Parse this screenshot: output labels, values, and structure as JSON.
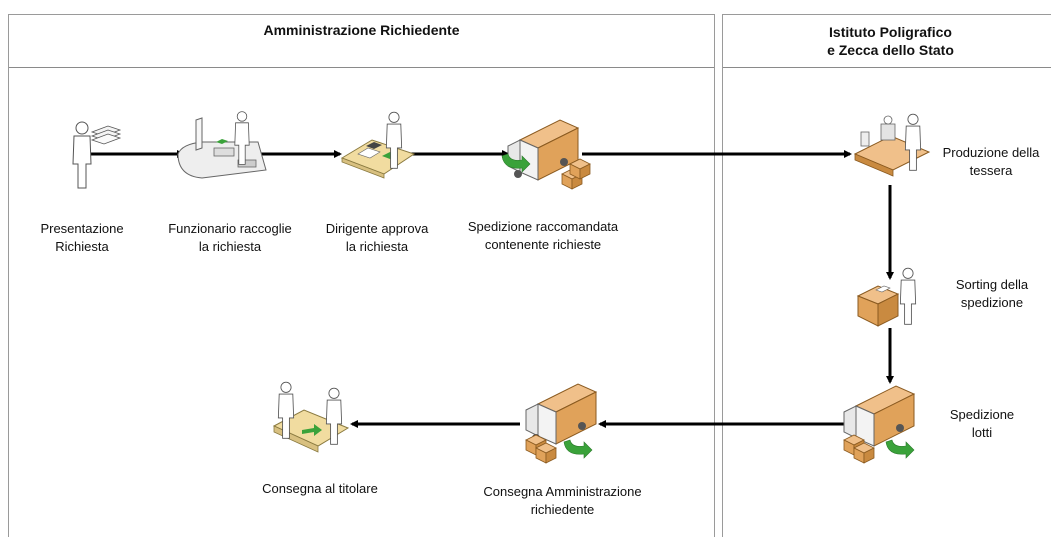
{
  "lanes": {
    "left": {
      "title": "Amministrazione Richiedente"
    },
    "right": {
      "title_line1": "Istituto Poligrafico",
      "title_line2": "e Zecca dello Stato"
    }
  },
  "steps": {
    "presentazione": {
      "line1": "Presentazione",
      "line2": "Richiesta",
      "icon": "person-documents-icon"
    },
    "funzionario": {
      "line1": "Funzionario raccoglie",
      "line2": "la richiesta",
      "icon": "counter-clerk-icon"
    },
    "dirigente": {
      "line1": "Dirigente approva",
      "line2": "la richiesta",
      "icon": "desk-approval-icon"
    },
    "spedizione_racc": {
      "line1": "Spedizione raccomandata",
      "line2": "contenente richieste",
      "icon": "delivery-truck-icon"
    },
    "produzione": {
      "line1": "Produzione della",
      "line2": "tessera",
      "icon": "production-line-icon"
    },
    "sorting": {
      "line1": "Sorting della",
      "line2": "spedizione",
      "icon": "packing-box-icon"
    },
    "spedizione_lotti": {
      "line1": "Spedizione",
      "line2": "lotti",
      "icon": "delivery-truck-icon"
    },
    "consegna_amm": {
      "line1": "Consegna Amministrazione",
      "line2": "richiedente",
      "icon": "delivery-truck-icon"
    },
    "consegna_titolare": {
      "line1": "Consegna al titolare",
      "icon": "handover-desk-icon"
    }
  },
  "colors": {
    "box": "#e0a25a",
    "box_dark": "#b8742e",
    "arrow_green": "#3aa23a",
    "person": "#ffffff",
    "outline": "#555555"
  }
}
